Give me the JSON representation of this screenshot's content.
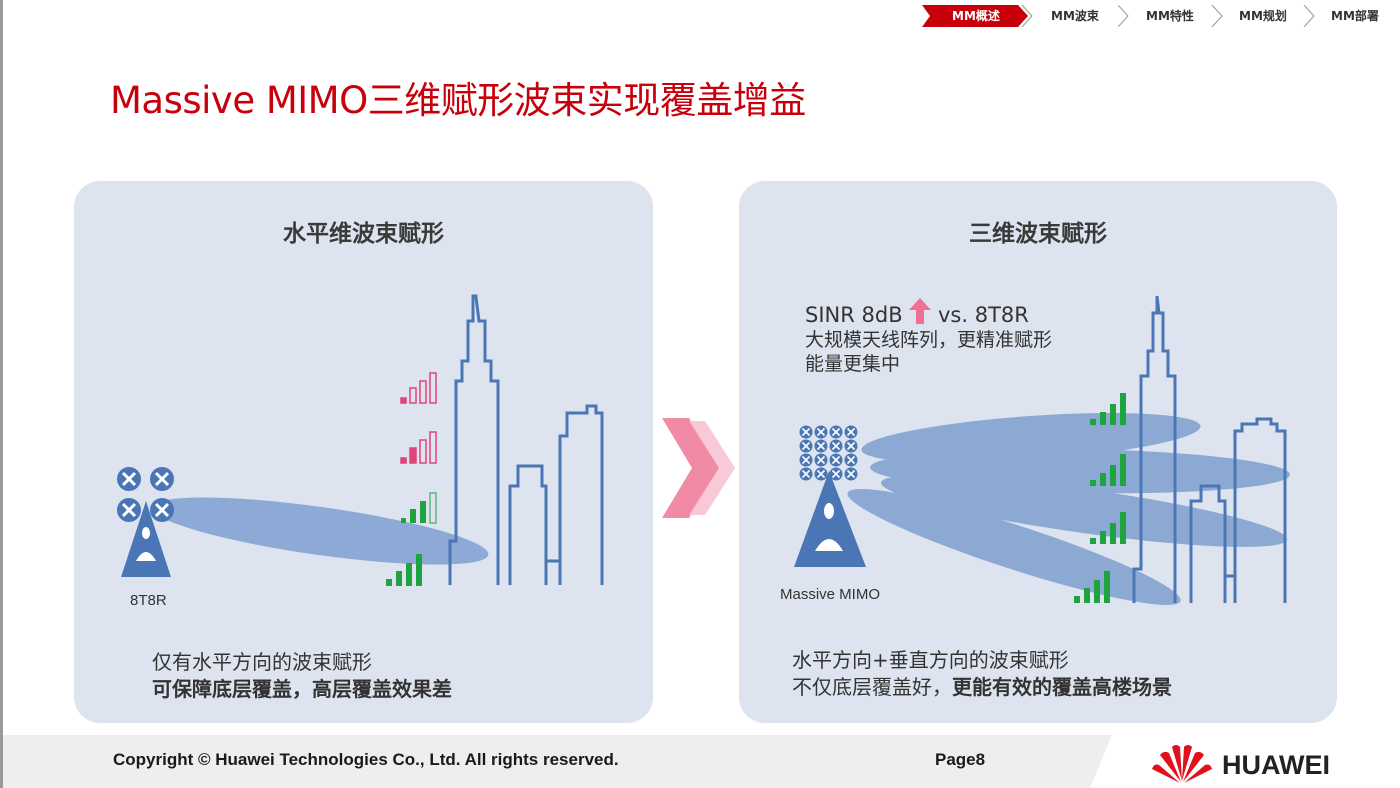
{
  "breadcrumb": [
    "MM概述",
    "MM波束",
    "MM特性",
    "MM规划",
    "MM部署"
  ],
  "active_index": 0,
  "title": "Massive MIMO三维赋形波束实现覆盖增益",
  "left_panel": {
    "title": "水平维波束赋形",
    "antenna_label": "8T8R",
    "desc_line1": "仅有水平方向的波束赋形",
    "desc_line2": "可保障底层覆盖，高层覆盖效果差"
  },
  "right_panel": {
    "title": "三维波束赋形",
    "sinr_prefix": "SINR   8dB",
    "sinr_suffix": "vs. 8T8R",
    "sinr_line2": "大规模天线阵列，更精准赋形",
    "sinr_line3": "能量更集中",
    "antenna_label": "Massive MIMO",
    "desc_line1": "水平方向+垂直方向的波束赋形",
    "desc_line2_normal": "不仅底层覆盖好，",
    "desc_line2_bold": "更能有效的覆盖高楼场景"
  },
  "footer": {
    "copyright": "Copyright © Huawei Technologies Co., Ltd. All rights reserved.",
    "page": "Page8",
    "brand": "HUAWEI"
  },
  "colors": {
    "title_red": "#c7000b",
    "panel_bg": "#dde4ef",
    "antenna_blue": "#4a76b5",
    "beam_blue": "#7f9fd0",
    "signal_green": "#1fa341",
    "signal_pink": "#e0447a",
    "arrow_pink": "#f08aa5"
  },
  "icons": [
    "antenna-tower-icon",
    "building-outline-icon",
    "signal-bars-icon",
    "up-arrow-icon",
    "double-chevron-icon",
    "huawei-logo-icon"
  ]
}
